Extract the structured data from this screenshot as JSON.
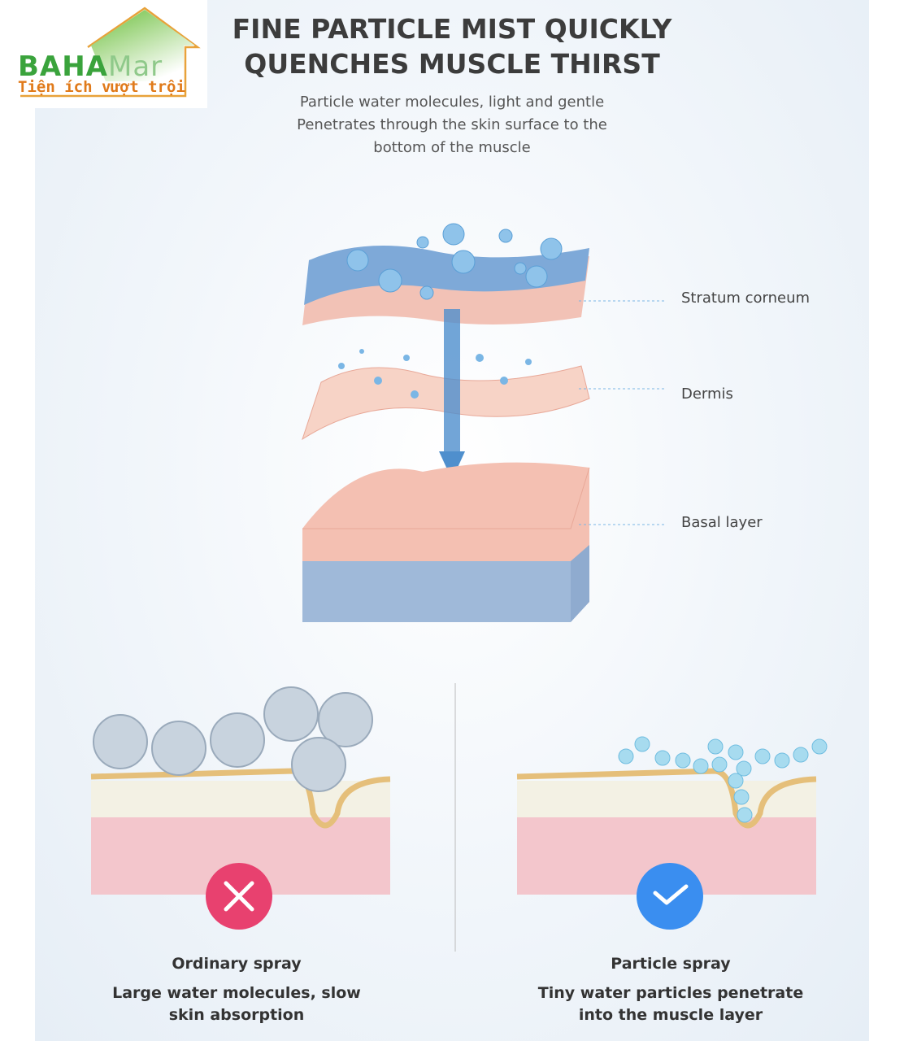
{
  "logo": {
    "brand_bold": "BAHA",
    "brand_light": "Mar",
    "tagline": "Tiện ích vượt trội"
  },
  "header": {
    "title_line1": "FINE PARTICLE MIST QUICKLY",
    "title_line2": "QUENCHES MUSCLE THIRST",
    "subtitle_line1": "Particle water molecules, light and gentle",
    "subtitle_line2": "Penetrates through the skin surface to the",
    "subtitle_line3": "bottom of the muscle"
  },
  "diagram": {
    "labels": [
      "Stratum corneum",
      "Dermis",
      "Basal layer"
    ]
  },
  "comparison": {
    "left": {
      "title": "Ordinary spray",
      "desc_line1": "Large water molecules, slow",
      "desc_line2": "skin absorption",
      "icon": "x-icon",
      "color": "#e8416f"
    },
    "right": {
      "title": "Particle spray",
      "desc_line1": "Tiny water particles penetrate",
      "desc_line2": "into the muscle layer",
      "icon": "check-icon",
      "color": "#3a8ef0"
    }
  }
}
